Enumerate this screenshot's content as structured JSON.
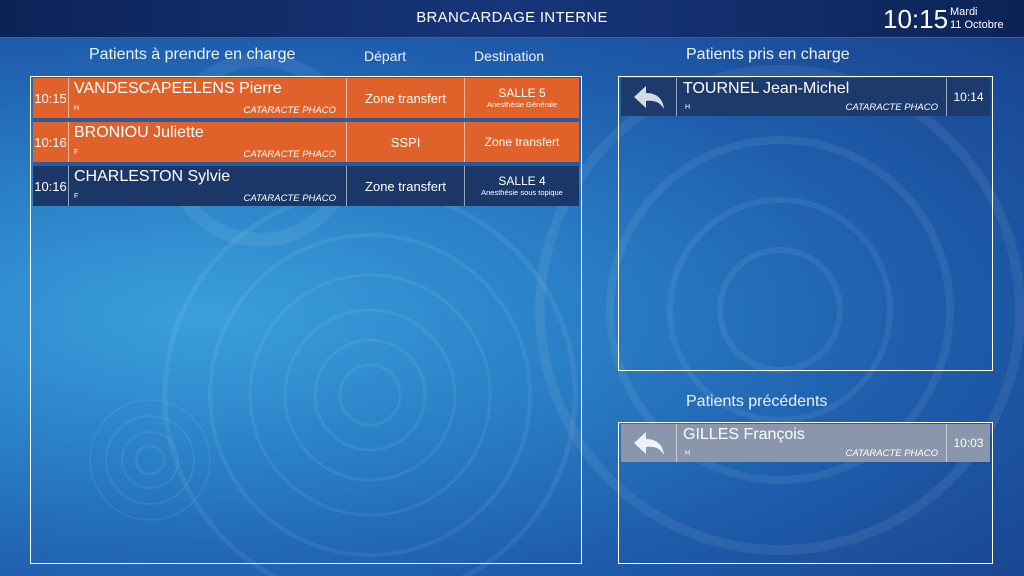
{
  "header": {
    "title": "BRANCARDAGE INTERNE",
    "time": "10:15",
    "day": "Mardi",
    "date": "11 Octobre"
  },
  "waiting": {
    "title": "Patients à prendre en charge",
    "col_departure": "Départ",
    "col_destination": "Destination",
    "rows": [
      {
        "time": "10:15",
        "name": "VANDESCAPEELENS Pierre",
        "sex": "H",
        "procedure": "CATARACTE PHACO",
        "departure": "Zone transfert",
        "destination": "SALLE 5",
        "destination_note": "Anesthésie Générale",
        "status": "urgent"
      },
      {
        "time": "10:16",
        "name": "BRONIOU Juliette",
        "sex": "F",
        "procedure": "CATARACTE PHACO",
        "departure": "SSPI",
        "destination": "Zone transfert",
        "destination_note": "",
        "status": "urgent"
      },
      {
        "time": "10:16",
        "name": "CHARLESTON Sylvie",
        "sex": "F",
        "procedure": "CATARACTE PHACO",
        "departure": "Zone transfert",
        "destination": "SALLE 4",
        "destination_note": "Anesthésie sous topique",
        "status": "normal"
      }
    ]
  },
  "in_progress": {
    "title": "Patients pris en charge",
    "rows": [
      {
        "name": "TOURNEL Jean-Michel",
        "sex": "H",
        "procedure": "CATARACTE PHACO",
        "time": "10:14"
      }
    ]
  },
  "previous": {
    "title": "Patients précédents",
    "rows": [
      {
        "name": "GILLES François",
        "sex": "H",
        "procedure": "CATARACTE PHACO",
        "time": "10:03"
      }
    ]
  },
  "icons": {
    "back": "undo-arrow-icon"
  },
  "colors": {
    "urgent": "#e0612a",
    "normal": "#1b3768",
    "previous_row": "#8996ac",
    "header": "#0b2457"
  }
}
